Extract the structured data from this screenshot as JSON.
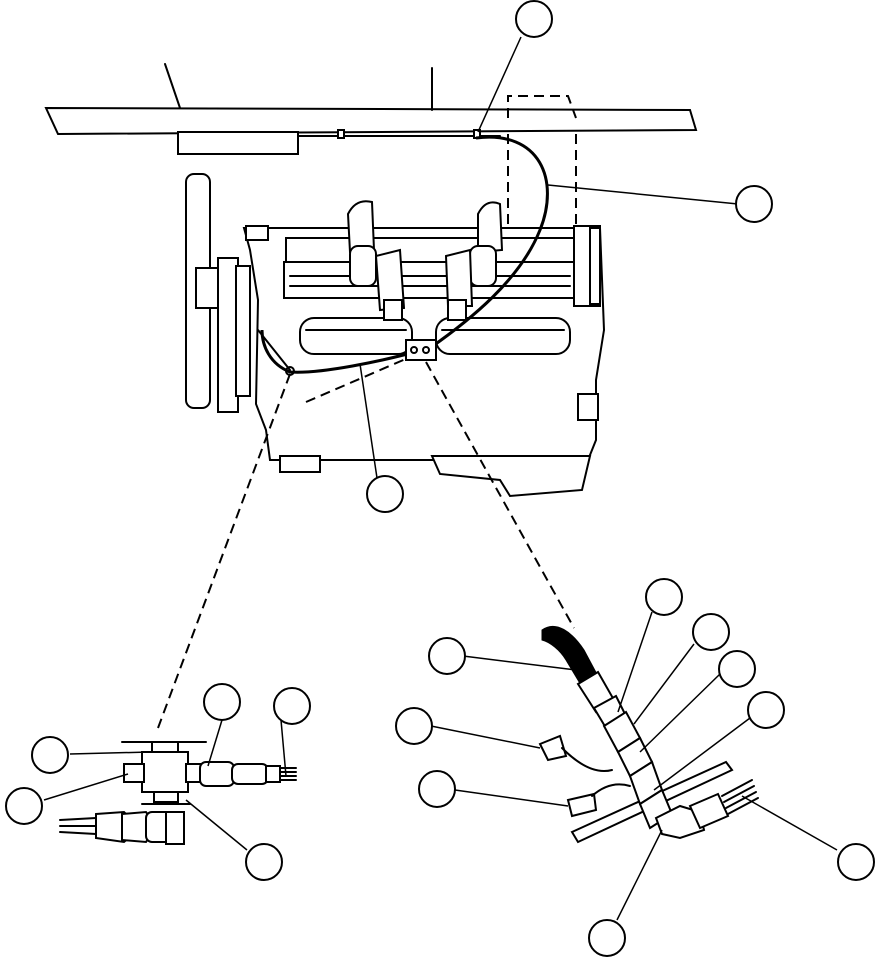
{
  "diagram": {
    "callouts": [
      {
        "id": "c1",
        "label": ""
      },
      {
        "id": "c2",
        "label": ""
      },
      {
        "id": "c3",
        "label": ""
      },
      {
        "id": "c4",
        "label": ""
      },
      {
        "id": "c5",
        "label": ""
      },
      {
        "id": "c6",
        "label": ""
      },
      {
        "id": "c7",
        "label": ""
      },
      {
        "id": "c8",
        "label": ""
      },
      {
        "id": "c9",
        "label": ""
      },
      {
        "id": "c10",
        "label": ""
      },
      {
        "id": "c11",
        "label": ""
      },
      {
        "id": "c12",
        "label": ""
      },
      {
        "id": "c13",
        "label": ""
      },
      {
        "id": "c14",
        "label": ""
      },
      {
        "id": "c15",
        "label": ""
      },
      {
        "id": "c16",
        "label": ""
      },
      {
        "id": "c17",
        "label": ""
      },
      {
        "id": "c18",
        "label": ""
      }
    ]
  }
}
